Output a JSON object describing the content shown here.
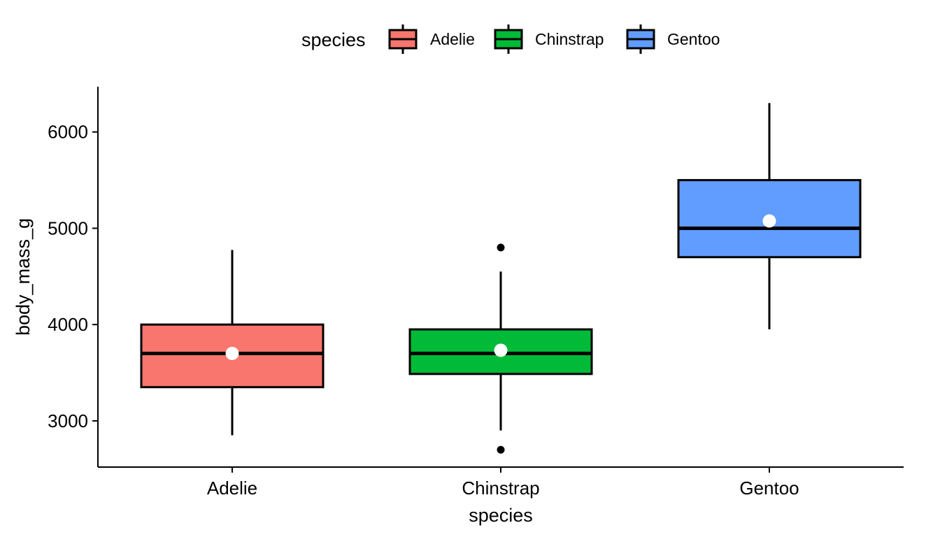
{
  "chart_data": {
    "type": "boxplot",
    "xlabel": "species",
    "ylabel": "body_mass_g",
    "ylim": [
      2520,
      6470
    ],
    "yticks": [
      3000,
      4000,
      5000,
      6000
    ],
    "grid": false,
    "legend": {
      "title": "species",
      "placement": "top",
      "entries": [
        "Adelie",
        "Chinstrap",
        "Gentoo"
      ]
    },
    "categories": [
      "Adelie",
      "Chinstrap",
      "Gentoo"
    ],
    "series": [
      {
        "category": "Adelie",
        "color": "#F8766D",
        "min": 2850,
        "q1": 3350,
        "median": 3700,
        "q3": 4000,
        "max": 4775,
        "mean": 3700,
        "outliers": []
      },
      {
        "category": "Chinstrap",
        "color": "#00BA38",
        "min": 2900,
        "q1": 3487,
        "median": 3700,
        "q3": 3950,
        "max": 4550,
        "mean": 3733,
        "outliers": [
          2700,
          4800
        ]
      },
      {
        "category": "Gentoo",
        "color": "#619CFF",
        "min": 3950,
        "q1": 4700,
        "median": 5000,
        "q3": 5500,
        "max": 6300,
        "mean": 5076,
        "outliers": []
      }
    ]
  }
}
